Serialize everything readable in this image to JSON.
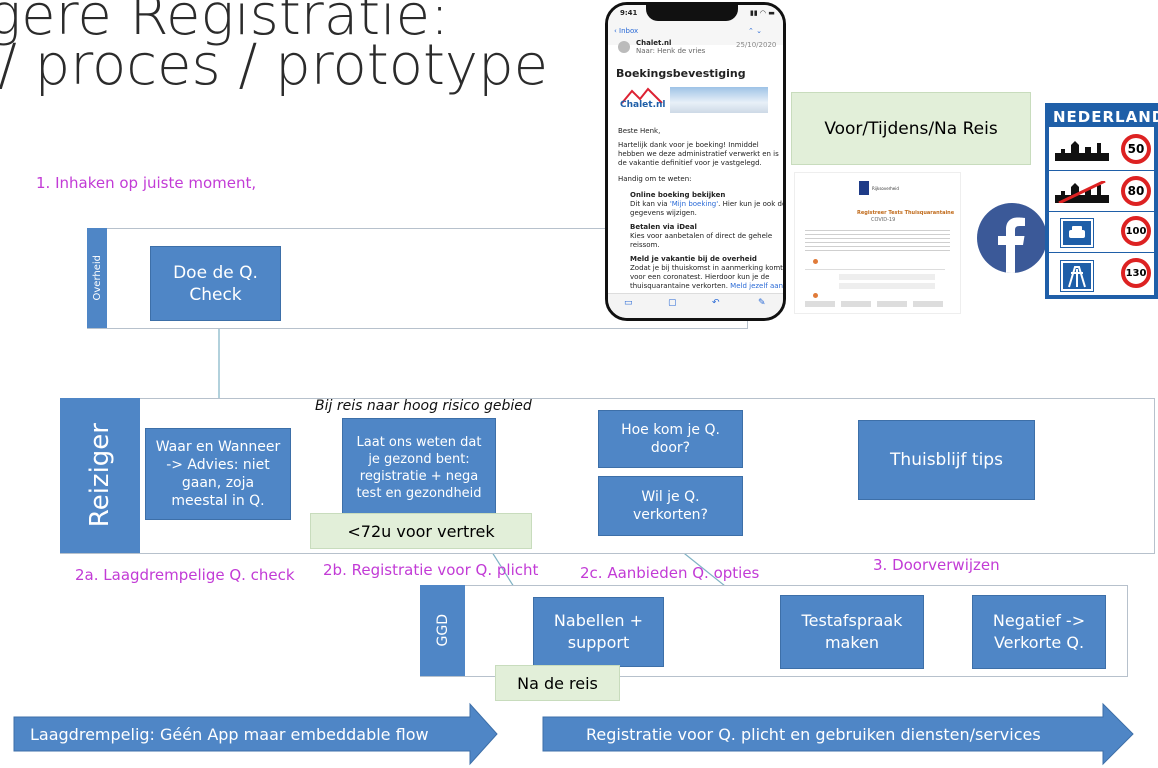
{
  "title": {
    "line1": "igere Registratie:",
    "line2": "/ proces / prototype"
  },
  "step1": "1. Inhaken op juiste moment,",
  "lanes": {
    "overheid": "Overheid",
    "reiziger": "Reiziger",
    "ggd": "GGD"
  },
  "boxes": {
    "doe_check": "Doe de Q. Check",
    "waar_wanneer": "Waar en Wanneer -> Advies: niet gaan, zoja meestal in Q.",
    "laat_weten": "Laat ons weten dat je gezond bent: registratie + nega test en gezondheid",
    "hoe_kom": "Hoe kom je Q. door?",
    "wil_verkorten": "Wil je Q. verkorten?",
    "thuisblijf": "Thuisblijf tips",
    "nabellen": "Nabellen + support",
    "testafspraak": "Testafspraak maken",
    "negatief": "Negatief -> Verkorte Q."
  },
  "notes": {
    "hoog_risico": "Bij reis naar hoog risico gebied",
    "voor_vertrek": "<72u voor vertrek",
    "na_reis": "Na de reis",
    "voor_tijdens_na": "Voor/Tijdens/Na Reis"
  },
  "labels": {
    "l2a": "2a. Laagdrempelige Q. check",
    "l2b": "2b. Registratie voor Q. plicht",
    "l2c": "2c. Aanbieden Q. opties",
    "l3": "3. Doorverwijzen"
  },
  "arrows": {
    "left": "Laagdrempelig: Géén App maar embeddable flow",
    "right": "Registratie voor Q. plicht en gebruiken diensten/services"
  },
  "phone": {
    "time": "9:41",
    "inbox": "Inbox",
    "sender": "Chalet.nl",
    "to": "Naar: Henk de vries",
    "date": "25/10/2020",
    "subject": "Boekingsbevestiging",
    "brand": "Chalet.nl",
    "greeting": "Beste Henk,",
    "body1": "Hartelijk dank voor je boeking! Inmiddel",
    "body2": "hebben we deze administratief verwerkt en is",
    "body3": "de vakantie definitief voor je vastgelegd.",
    "handig": "Handig om te weten:",
    "h1": "Online boeking bekijken",
    "h1a": "Dit kan via",
    "h1link": "'Mijn boeking'",
    "h1b": ". Hier kun je ook de",
    "h1c": "gegevens wijzigen.",
    "h2": "Betalen via iDeal",
    "h2a": "Kies voor aanbetalen of direct de gehele",
    "h2b": "reissom.",
    "h3": "Meld je vakantie bij de overheid",
    "h3a": "Zodat je bij thuiskomst in aanmerking komt",
    "h3b": "voor een coronatest. Hierdoor kun je de",
    "h3c": "thuisquarantaine verkorten.",
    "h3link": "Meld jezelf aan"
  },
  "form": {
    "org": "Rijksoverheid",
    "title": "Registreer Tests Thuisquarantaine",
    "subtitle": "COVID-19"
  },
  "sign": {
    "head": "NEDERLAND",
    "speeds": [
      "50",
      "80",
      "100",
      "130"
    ]
  },
  "colors": {
    "box_blue": "#4f86c6",
    "green_note": "#e2efd9",
    "magenta": "#c23bd6",
    "sign_blue": "#1f5fa8",
    "facebook": "#3b5998"
  }
}
